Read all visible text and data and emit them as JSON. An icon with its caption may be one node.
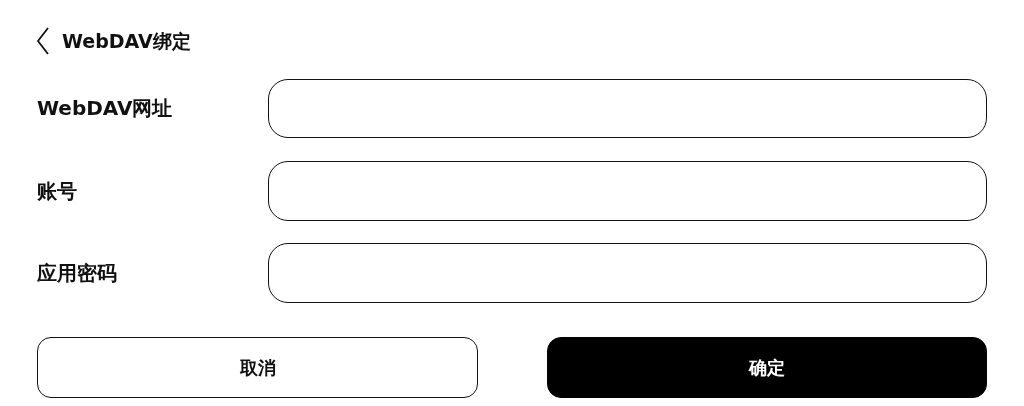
{
  "diagram": {
    "title": "WebDAV绑定",
    "nodes": [
      {
        "text": [],
        "shape": "box"
      },
      {
        "text": [],
        "shape": "box"
      },
      {
        "text": [],
        "shape": "box"
      },
      {
        "text": [
          "取消"
        ]
      },
      {
        "text": [
          "确定"
        ]
      }
    ],
    "labels": [
      "WebDAV网址",
      "账号",
      "应用密码"
    ]
  }
}
